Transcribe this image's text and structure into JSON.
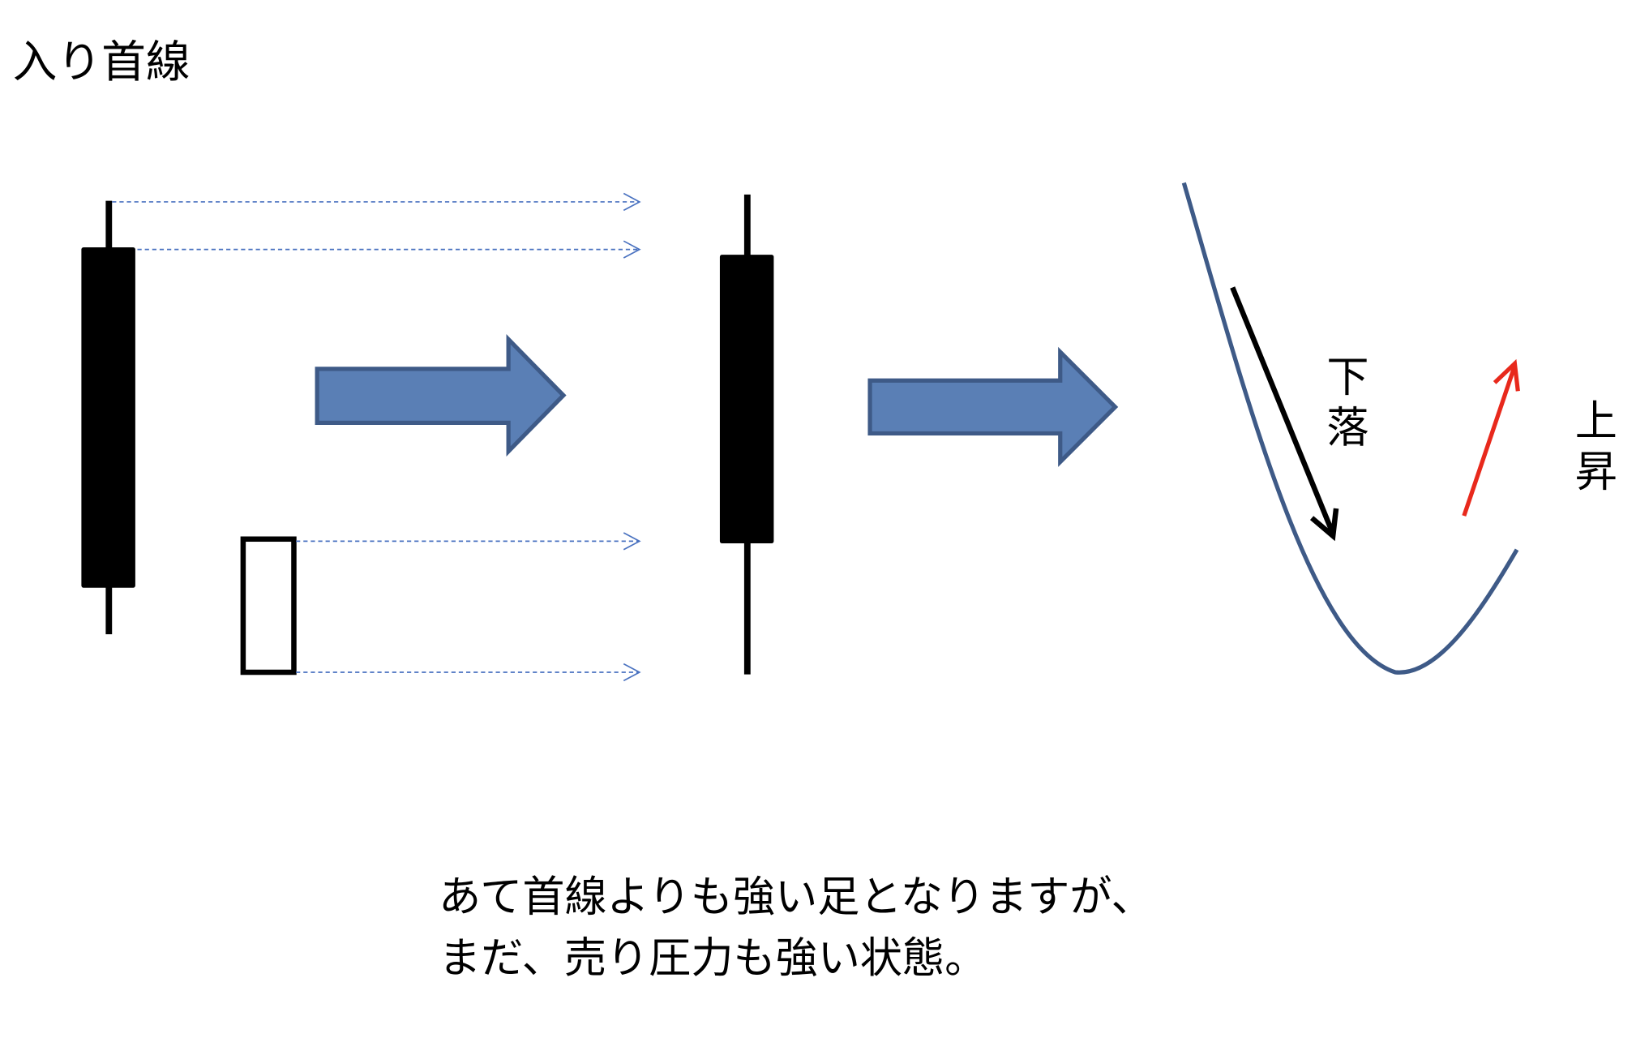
{
  "title": "入り首線",
  "labels": {
    "fall": [
      "下",
      "落"
    ],
    "rise": [
      "上",
      "昇"
    ]
  },
  "caption": {
    "line1": "あて首線よりも強い足となりますが、",
    "line2": "まだ、売り圧力も強い状態。"
  },
  "colors": {
    "arrow_fill": "#5a7fb5",
    "arrow_stroke": "#3e5a87",
    "curve": "#3e5a87",
    "dashed": "#4a72c0",
    "rise_arrow": "#e8291c",
    "candle": "#000000"
  }
}
